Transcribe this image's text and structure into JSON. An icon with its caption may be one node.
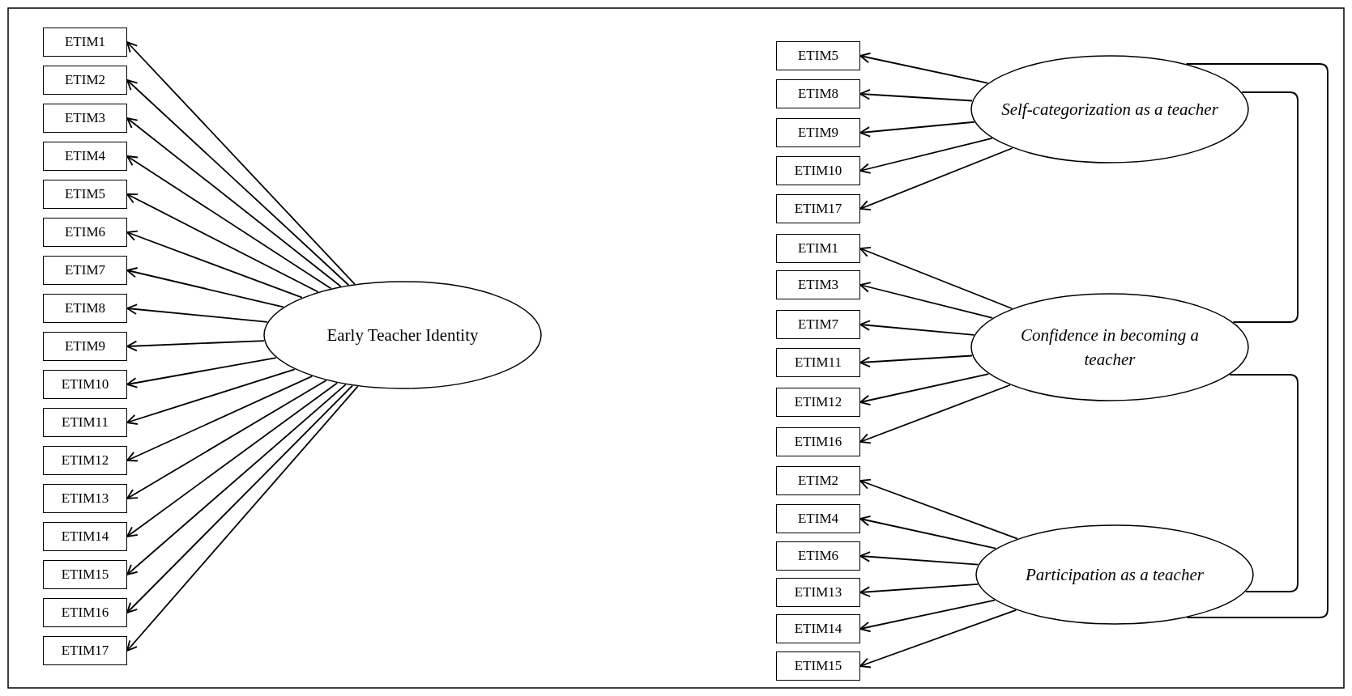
{
  "diagram": {
    "nodes": [
      {
        "text": [
          "ETIM1"
        ]
      },
      {
        "text": [
          "ETIM2"
        ]
      },
      {
        "text": [
          "ETIM3"
        ]
      },
      {
        "text": [
          "ETIM4"
        ]
      },
      {
        "text": [
          "ETIM5"
        ]
      },
      {
        "text": [
          "ETIM6"
        ]
      },
      {
        "text": [
          "ETIM7"
        ]
      },
      {
        "text": [
          "ETIM8"
        ]
      },
      {
        "text": [
          "ETIM9"
        ]
      },
      {
        "text": [
          "ETIM10"
        ]
      },
      {
        "text": [
          "ETIM11"
        ]
      },
      {
        "text": [
          "ETIM12"
        ]
      },
      {
        "text": [
          "ETIM13"
        ]
      },
      {
        "text": [
          "ETIM14"
        ]
      },
      {
        "text": [
          "ETIM15"
        ]
      },
      {
        "text": [
          "ETIM16"
        ]
      },
      {
        "text": [
          "ETIM17"
        ]
      },
      {
        "text": [
          "Early Teacher Identity"
        ]
      },
      {
        "text": [
          "ETIM5"
        ]
      },
      {
        "text": [
          "ETIM8"
        ]
      },
      {
        "text": [
          "ETIM9"
        ]
      },
      {
        "text": [
          "ETIM10"
        ]
      },
      {
        "text": [
          "ETIM17"
        ]
      },
      {
        "text": [
          "Self-categorization as a teacher"
        ]
      },
      {
        "text": [
          "ETIM1"
        ]
      },
      {
        "text": [
          "ETIM3"
        ]
      },
      {
        "text": [
          "ETIM7"
        ]
      },
      {
        "text": [
          "ETIM11"
        ]
      },
      {
        "text": [
          "ETIM12"
        ]
      },
      {
        "text": [
          "ETIM16"
        ]
      },
      {
        "text": [
          "Confidence in becoming a teacher"
        ]
      },
      {
        "text": [
          "ETIM2"
        ]
      },
      {
        "text": [
          "ETIM4"
        ]
      },
      {
        "text": [
          "ETIM6"
        ]
      },
      {
        "text": [
          "ETIM13"
        ]
      },
      {
        "text": [
          "ETIM14"
        ]
      },
      {
        "text": [
          "ETIM15"
        ]
      },
      {
        "text": [
          "Participation as a teacher"
        ]
      }
    ],
    "edges": [
      {
        "from": 17,
        "to": 0,
        "arrow": "to"
      },
      {
        "from": 17,
        "to": 1,
        "arrow": "to"
      },
      {
        "from": 17,
        "to": 2,
        "arrow": "to"
      },
      {
        "from": 17,
        "to": 3,
        "arrow": "to"
      },
      {
        "from": 17,
        "to": 4,
        "arrow": "to"
      },
      {
        "from": 17,
        "to": 5,
        "arrow": "to"
      },
      {
        "from": 17,
        "to": 6,
        "arrow": "to"
      },
      {
        "from": 17,
        "to": 7,
        "arrow": "to"
      },
      {
        "from": 17,
        "to": 8,
        "arrow": "to"
      },
      {
        "from": 17,
        "to": 9,
        "arrow": "to"
      },
      {
        "from": 17,
        "to": 10,
        "arrow": "to"
      },
      {
        "from": 17,
        "to": 11,
        "arrow": "to"
      },
      {
        "from": 17,
        "to": 12,
        "arrow": "to"
      },
      {
        "from": 17,
        "to": 13,
        "arrow": "to"
      },
      {
        "from": 17,
        "to": 14,
        "arrow": "to"
      },
      {
        "from": 17,
        "to": 15,
        "arrow": "to"
      },
      {
        "from": 17,
        "to": 16,
        "arrow": "to"
      },
      {
        "from": 23,
        "to": 18,
        "arrow": "to"
      },
      {
        "from": 23,
        "to": 19,
        "arrow": "to"
      },
      {
        "from": 23,
        "to": 20,
        "arrow": "to"
      },
      {
        "from": 23,
        "to": 21,
        "arrow": "to"
      },
      {
        "from": 23,
        "to": 22,
        "arrow": "to"
      },
      {
        "from": 30,
        "to": 24,
        "arrow": "to"
      },
      {
        "from": 30,
        "to": 25,
        "arrow": "to"
      },
      {
        "from": 30,
        "to": 26,
        "arrow": "to"
      },
      {
        "from": 30,
        "to": 27,
        "arrow": "to"
      },
      {
        "from": 30,
        "to": 28,
        "arrow": "to"
      },
      {
        "from": 30,
        "to": 29,
        "arrow": "to"
      },
      {
        "from": 37,
        "to": 31,
        "arrow": "to"
      },
      {
        "from": 37,
        "to": 32,
        "arrow": "to"
      },
      {
        "from": 37,
        "to": 33,
        "arrow": "to"
      },
      {
        "from": 37,
        "to": 34,
        "arrow": "to"
      },
      {
        "from": 37,
        "to": 35,
        "arrow": "to"
      },
      {
        "from": 37,
        "to": 36,
        "arrow": "to"
      },
      {
        "from": 23,
        "to": 30,
        "arrow": "none"
      },
      {
        "from": 30,
        "to": 37,
        "arrow": "none"
      },
      {
        "from": 23,
        "to": 37,
        "arrow": "none"
      }
    ]
  }
}
